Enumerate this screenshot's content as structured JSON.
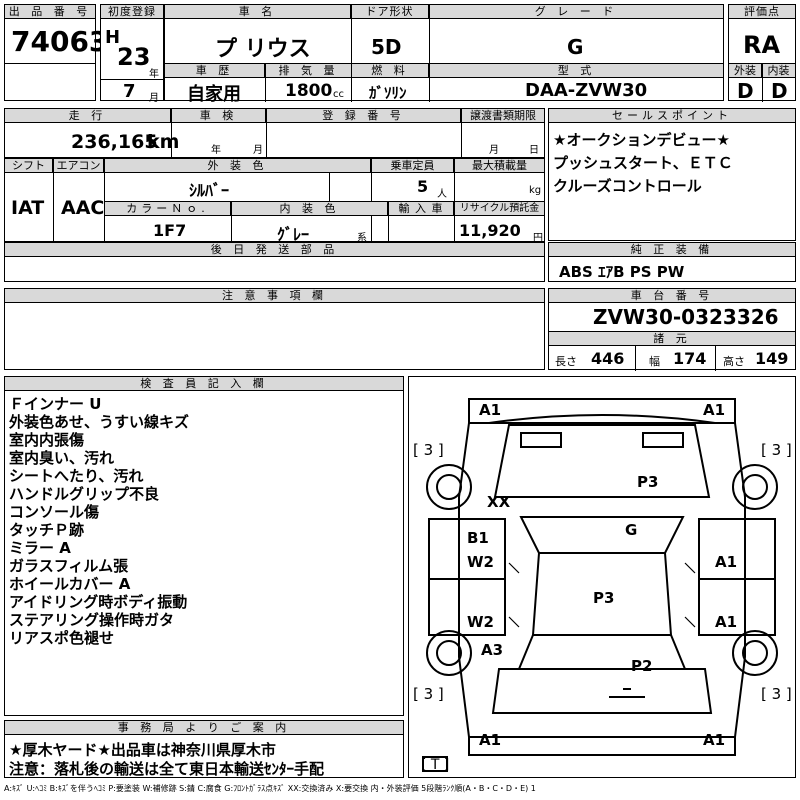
{
  "top": {
    "lot_no_label": "出 品 番 号",
    "lot_no": "74063",
    "first_reg_label": "初度登録",
    "era": "H",
    "year_num": "23",
    "year_unit": "年",
    "month_num": "7",
    "month_unit": "月",
    "car_name_label": "車 名",
    "car_name": "プ リウス",
    "door_label": "ドア形状",
    "door": "5D",
    "grade_label": "グ レ ー ド",
    "grade": "G",
    "score_label": "評価点",
    "score": "RA",
    "history_label": "車 歴",
    "history": "自家用",
    "displacement_label": "排 気 量",
    "displacement": "1800",
    "displacement_unit": "cc",
    "fuel_label": "燃 料",
    "fuel": "ｶﾞｿﾘﾝ",
    "model_code_label": "型 式",
    "model_code": "DAA-ZVW30",
    "ext_label": "外装",
    "ext_grade": "D",
    "int_label": "内装",
    "int_grade": "D"
  },
  "row2": {
    "mileage_label": "走 行",
    "mileage": "236,165",
    "mileage_unit": "km",
    "inspection_label": "車 検",
    "insp_year_unit": "年",
    "insp_month_unit": "月",
    "reg_no_label": "登 録 番 号",
    "transfer_label": "譲渡書類期限",
    "transfer_month": "月",
    "transfer_day": "日",
    "sales_label": "セールスポイント",
    "sales_points": [
      "★オークションデビュー★",
      "プッシュスタート、ＥＴＣ",
      "クルーズコントロール"
    ]
  },
  "row3": {
    "shift_label": "シフト",
    "shift": "IAT",
    "ac_label": "エアコン",
    "ac": "AAC",
    "ext_color_label": "外 装 色",
    "ext_color": "ｼﾙﾊﾞｰ",
    "capacity_label": "乗車定員",
    "capacity": "5",
    "capacity_unit": "人",
    "max_load_label": "最大積載量",
    "max_load_unit": "kg",
    "color_no_label": "カラーＮｏ.",
    "color_no": "1F7",
    "int_color_label": "内 装 色",
    "int_color": "ｸﾞﾚｰ",
    "int_color_unit": "系",
    "import_label": "輸 入 車",
    "recycle_label": "リサイクル預託金",
    "recycle": "11,920",
    "recycle_unit": "円"
  },
  "later_parts_label": "後 日 発 送 部 品",
  "equipment_label": "純 正 装 備",
  "equipment": "ABS ｴｱB PS PW",
  "caution_label": "注 意 事 項 欄",
  "chassis_label": "車 台 番 号",
  "chassis": "ZVW30-0323326",
  "dims": {
    "label": "諸 元",
    "length_label": "長さ",
    "length": "446",
    "width_label": "幅",
    "width": "174",
    "height_label": "高さ",
    "height": "149"
  },
  "inspector_label": "検 査 員 記 入 欄",
  "inspector_notes": [
    "Ｆインナー U",
    "外装色あせ、うすい線キズ",
    "室内内張傷",
    "室内臭い、汚れ",
    "シートへたり、汚れ",
    "ハンドルグリップ不良",
    "コンソール傷",
    "タッチＰ跡",
    "ミラー A",
    "ガラスフィルム張",
    "ホイールカバー A",
    "アイドリング時ボディ振動",
    "ステアリング操作時ガタ",
    "リアスポ色褪せ"
  ],
  "office_label": "事 務 局 よ り ご 案 内",
  "office_notes": [
    "★厚木ヤード★出品車は神奈川県厚木市",
    "注意：落札後の輸送は全て東日本輸送ｾﾝﾀｰ手配"
  ],
  "diagram": {
    "a1_fl": "A1",
    "a1_fr": "A1",
    "a1_rl": "A1",
    "a1_rr": "A1",
    "tire_fl": "[ 3 ]",
    "tire_fr": "[ 3 ]",
    "tire_rl": "[ 3 ]",
    "tire_rr": "[ 3 ]",
    "tire_spare": "[ T ]",
    "hood": "P3",
    "windshield": "G",
    "fender": "XX",
    "front_door_l": "B1",
    "front_door_lw": "W2",
    "rear_door_lw": "W2",
    "rear_fender_l": "A3",
    "roof": "P3",
    "front_door_r": "A1",
    "rear_door_r": "A1",
    "trunk": "P2"
  },
  "legend": "A:ｷｽﾞ U:ﾍｺﾐ B:ｷｽﾞを伴うﾍｺﾐ P:要塗装 W:補修跡 S:錆 C:腐食 G:ﾌﾛﾝﾄｶﾞﾗｽ点ｷｽﾞ XX:交換済み X:要交換 内・外装評価 5段階ﾗﾝｸ順(A・B・C・D・E) 1"
}
